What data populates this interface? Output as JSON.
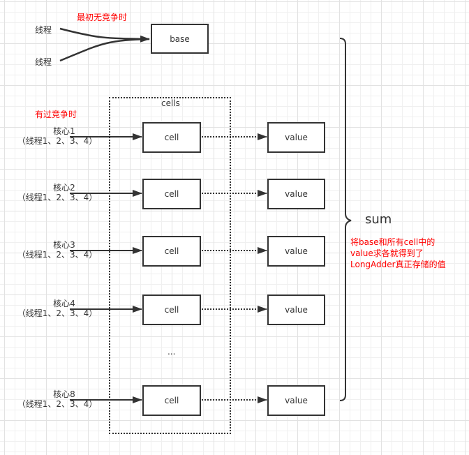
{
  "title_initial": "最初无竞争时",
  "title_contended": "有过竞争时",
  "threads": [
    "线程",
    "线程"
  ],
  "base_label": "base",
  "cells_container_label": "cells",
  "cell_label": "cell",
  "value_label": "value",
  "ellipsis": "...",
  "cores": [
    {
      "name": "核心1",
      "threads": "（线程1、2、3、4）"
    },
    {
      "name": "核心2",
      "threads": "（线程1、2、3、4）"
    },
    {
      "name": "核心3",
      "threads": "（线程1、2、3、4）"
    },
    {
      "name": "核心4",
      "threads": "（线程1、2、3、4）"
    },
    {
      "name": "核心8",
      "threads": "（线程1、2、3、4）"
    }
  ],
  "sum_label": "sum",
  "sum_note": [
    "将base和所有cell中的",
    "value求各就得到了",
    "LongAdder真正存储的值"
  ],
  "colors": {
    "annotation": "#ff0000",
    "stroke": "#333333"
  }
}
